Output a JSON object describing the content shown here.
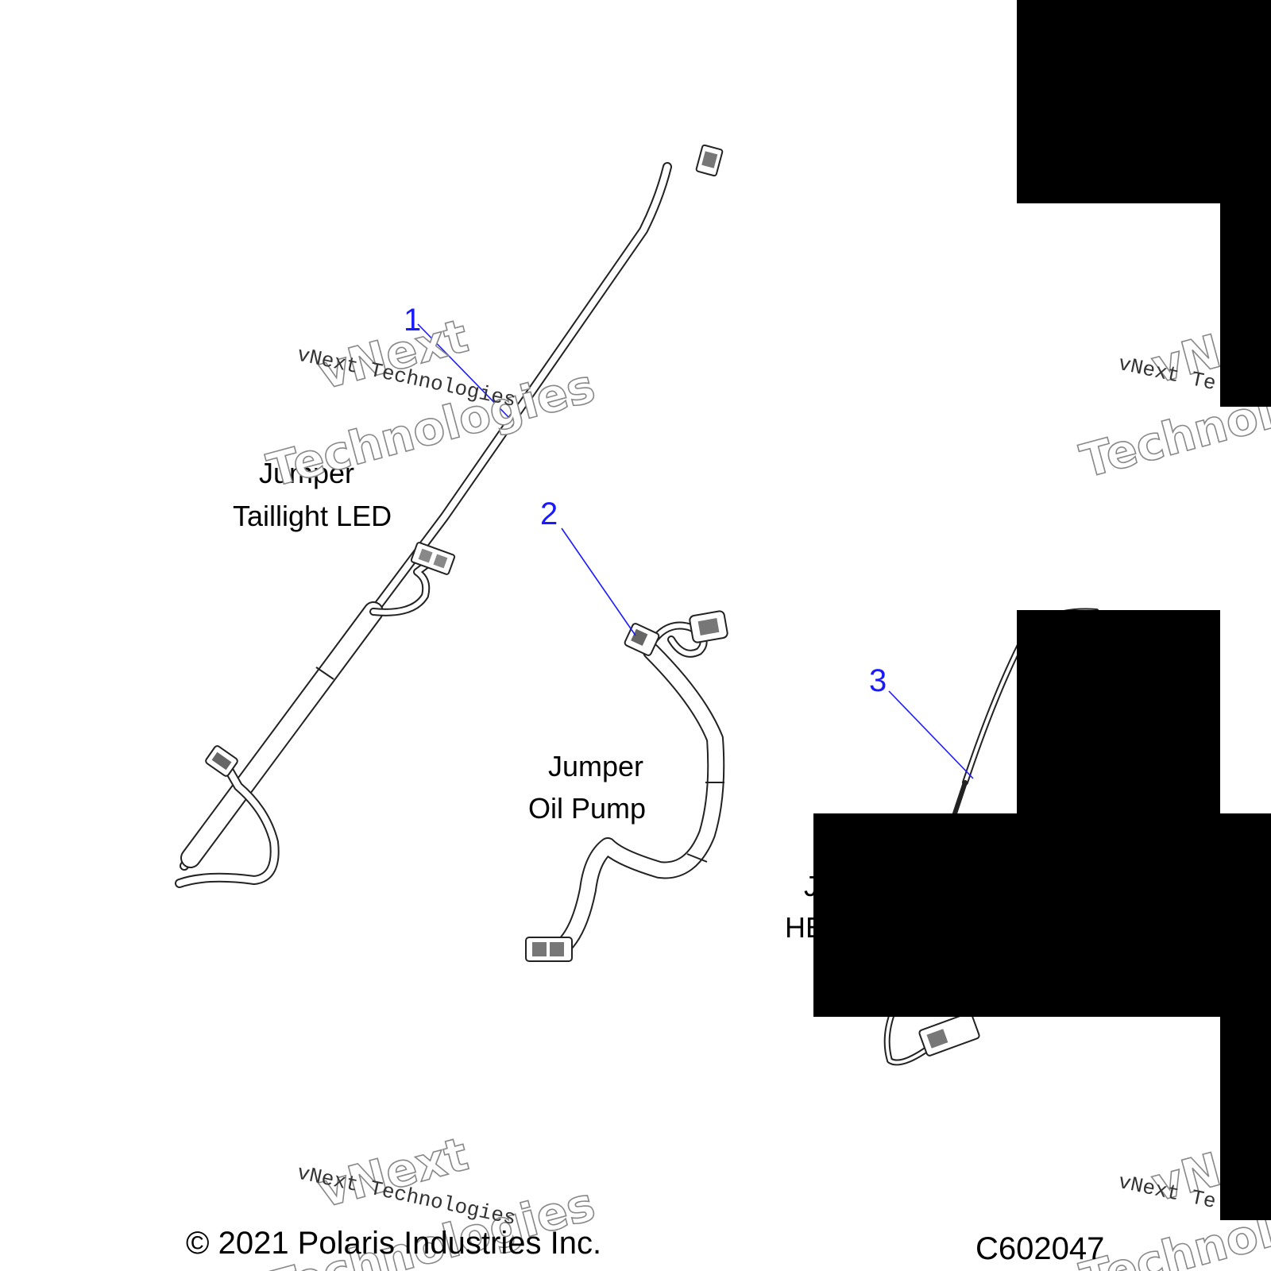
{
  "callouts": {
    "c1": "1",
    "c2": "2",
    "c3": "3"
  },
  "labels": {
    "p1_line1": "Jumper",
    "p1_line2": "Taillight LED",
    "p2_line1": "Jumper",
    "p2_line2": "Oil Pump",
    "p3_fragment1": "J",
    "p3_fragment2": "HE"
  },
  "footer": {
    "copyright": "© 2021 Polaris Industries Inc.",
    "part_code": "C602047"
  },
  "watermark": {
    "line": "vNext Technologies",
    "big1": "vNext",
    "big2": "Technologies",
    "clip_line": "vNext Te",
    "clip_big1": "vNe",
    "clip_big2": "Technolo"
  },
  "colors": {
    "callout": "#1a1aff",
    "redaction": "#000000"
  }
}
